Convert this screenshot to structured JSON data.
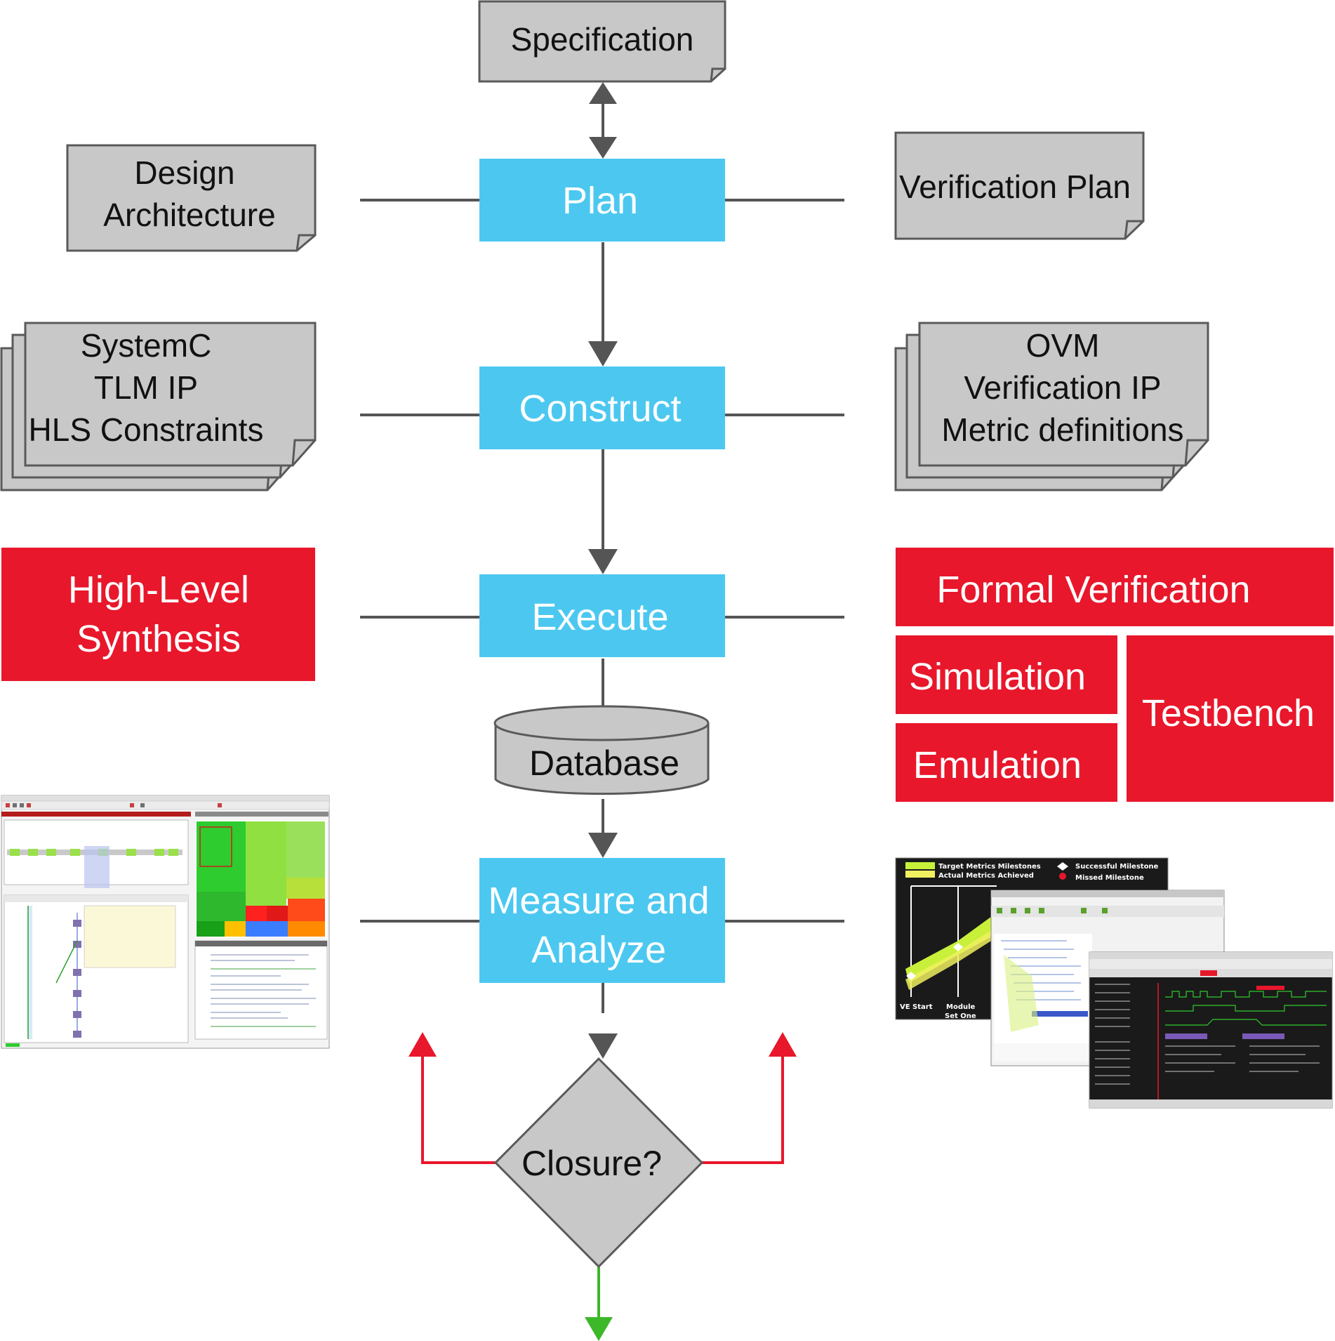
{
  "nodes": {
    "specification": "Specification",
    "plan": "Plan",
    "construct": "Construct",
    "execute": "Execute",
    "database": "Database",
    "measure": [
      "Measure and",
      "Analyze"
    ],
    "closure": "Closure?"
  },
  "left_docs": {
    "design_architecture": [
      "Design",
      "Architecture"
    ],
    "systemc": [
      "SystemC",
      "TLM IP",
      "HLS Constraints"
    ],
    "hls": [
      "High-Level",
      "Synthesis"
    ]
  },
  "right_docs": {
    "verification_plan": "Verification Plan",
    "ovm": [
      "OVM",
      "Verification IP",
      "Metric definitions"
    ],
    "formal_verification": "Formal Verification",
    "simulation": "Simulation",
    "emulation": "Emulation",
    "testbench": "Testbench"
  },
  "metrics_chart": {
    "legend_target": "Target Metrics Milestones",
    "legend_actual": "Actual Metrics Achieved",
    "legend_success": "Successful Milestone",
    "legend_missed": "Missed Milestone",
    "x_start": "VE Start",
    "x_module": [
      "Module",
      "Set One"
    ]
  },
  "colors": {
    "blue_box": "#4cc8f0",
    "red_box": "#e8172b",
    "gray_doc": "#c8c8c8",
    "connector": "#555555",
    "loop_arrow": "#e8172b",
    "exit_arrow": "#3cb829"
  }
}
